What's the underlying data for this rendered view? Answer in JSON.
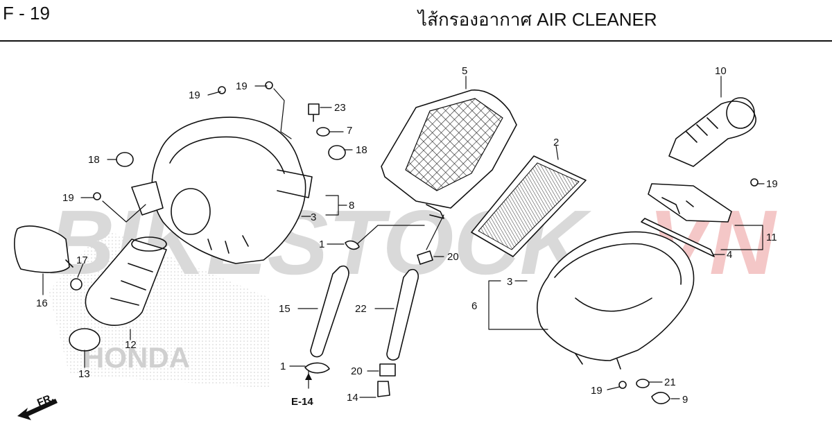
{
  "header": {
    "page_code": "F - 19",
    "title": "ไส้กรองอากาศ  AIR CLEANER"
  },
  "watermark": {
    "text_main": "BIKESTOCK",
    "text_accent": "VN",
    "emblem_text": "HONDA",
    "main_color": "#d9d9d9",
    "accent_color": "#f4c7c7"
  },
  "callouts": [
    {
      "id": "c19a",
      "label": "19"
    },
    {
      "id": "c19b",
      "label": "19"
    },
    {
      "id": "c23",
      "label": "23"
    },
    {
      "id": "c7",
      "label": "7"
    },
    {
      "id": "c18a",
      "label": "18"
    },
    {
      "id": "c18b",
      "label": "18"
    },
    {
      "id": "c19c",
      "label": "19"
    },
    {
      "id": "c8",
      "label": "8"
    },
    {
      "id": "c3a",
      "label": "3"
    },
    {
      "id": "c5",
      "label": "5"
    },
    {
      "id": "c2",
      "label": "2"
    },
    {
      "id": "c10",
      "label": "10"
    },
    {
      "id": "c19d",
      "label": "19"
    },
    {
      "id": "c11",
      "label": "11"
    },
    {
      "id": "c4",
      "label": "4"
    },
    {
      "id": "c1a",
      "label": "1"
    },
    {
      "id": "c20a",
      "label": "20"
    },
    {
      "id": "c17",
      "label": "17"
    },
    {
      "id": "c16",
      "label": "16"
    },
    {
      "id": "c12",
      "label": "12"
    },
    {
      "id": "c13",
      "label": "13"
    },
    {
      "id": "c15",
      "label": "15"
    },
    {
      "id": "c22",
      "label": "22"
    },
    {
      "id": "c3b",
      "label": "3"
    },
    {
      "id": "c6",
      "label": "6"
    },
    {
      "id": "c1b",
      "label": "1"
    },
    {
      "id": "c20b",
      "label": "20"
    },
    {
      "id": "c14",
      "label": "14"
    },
    {
      "id": "c19e",
      "label": "19"
    },
    {
      "id": "c21",
      "label": "21"
    },
    {
      "id": "c9",
      "label": "9"
    }
  ],
  "reference": {
    "label": "E-14"
  },
  "direction": {
    "label": "FR."
  }
}
